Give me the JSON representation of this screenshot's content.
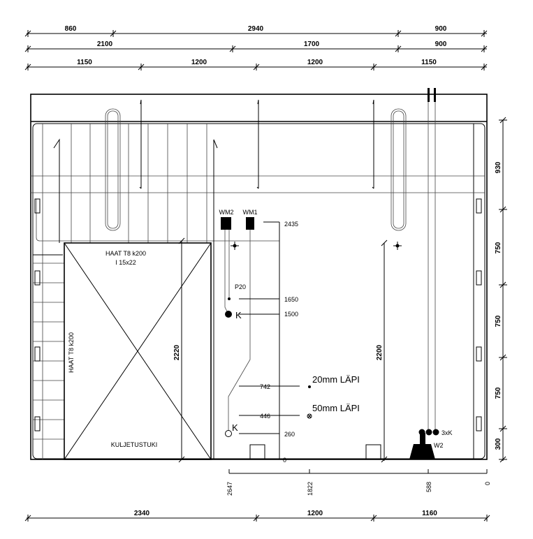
{
  "top_dimensions": {
    "row1": [
      "860",
      "2940",
      "900"
    ],
    "row2": [
      "2100",
      "1700",
      "900"
    ],
    "row3": [
      "1150",
      "1200",
      "1200",
      "1150"
    ]
  },
  "right_dimensions": [
    "930",
    "750",
    "750",
    "750",
    "300"
  ],
  "bottom_dimensions": [
    "2340",
    "1200",
    "1160"
  ],
  "bottom_offsets": [
    "2647",
    "1822",
    "588",
    "0"
  ],
  "height_marks": [
    "2435",
    "1650",
    "1500",
    "742",
    "446",
    "260",
    "0"
  ],
  "labels": {
    "wm2": "WM2",
    "wm1": "WM1",
    "p20": "P20",
    "k1": "K",
    "k2": "K",
    "haat_top_1": "HAAT T8 k200",
    "haat_top_2": "I 15x22",
    "haat_side": "HAAT T8 k200",
    "kuljetustuki": "KULJETUSTUKI",
    "dim_2220": "2220",
    "dim_2200": "2200",
    "hole_20": "20mm LÄPI",
    "hole_50": "50mm LÄPI",
    "three_k": "3xK",
    "w2": "W2"
  }
}
